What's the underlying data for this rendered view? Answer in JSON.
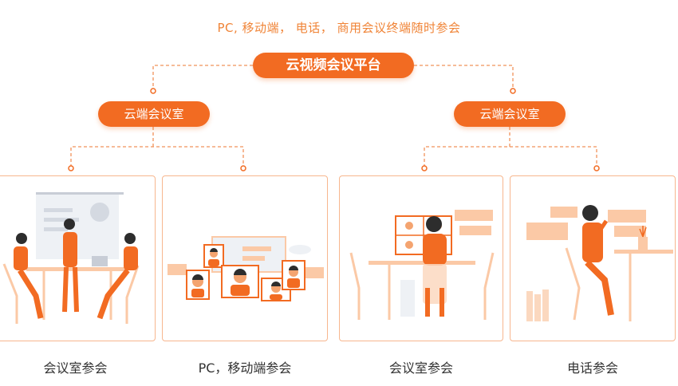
{
  "subtitle": "PC, 移动端， 电话， 商用会议终端随时参会",
  "platform_label": "云视频会议平台",
  "branches": [
    {
      "label": "云端会议室"
    },
    {
      "label": "云端会议室"
    }
  ],
  "cards": [
    {
      "caption": "会议室参会"
    },
    {
      "caption": "PC，移动端参会"
    },
    {
      "caption": "会议室参会"
    },
    {
      "caption": "电话参会"
    }
  ],
  "colors": {
    "accent": "#f26b22",
    "accent_text": "#f08437",
    "card_border": "#f7b68e",
    "light_orange": "#fbc9a6"
  }
}
